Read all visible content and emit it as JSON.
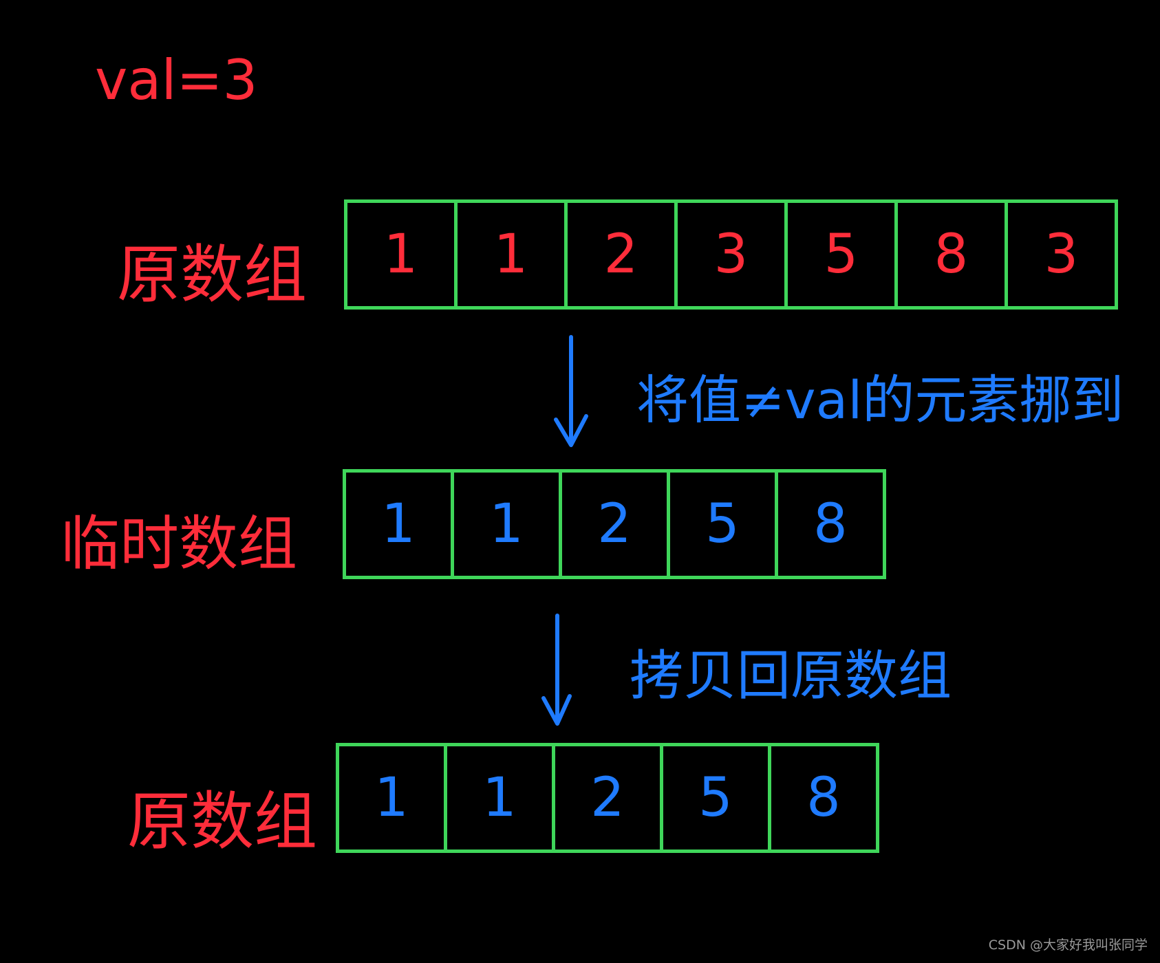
{
  "val_label": "val=3",
  "labels": {
    "original_top": "原数组",
    "temp": "临时数组",
    "original_bottom": "原数组"
  },
  "steps": {
    "step1": "将值≠val的元素挪到",
    "step2": "拷贝回原数组"
  },
  "arrays": {
    "original": [
      "1",
      "1",
      "2",
      "3",
      "5",
      "8",
      "3"
    ],
    "temp": [
      "1",
      "1",
      "2",
      "5",
      "8"
    ],
    "final": [
      "1",
      "1",
      "2",
      "5",
      "8"
    ]
  },
  "colors": {
    "background": "#000000",
    "cell_border": "#3fd65a",
    "red_text": "#ff2d3a",
    "blue_text": "#1f7bff"
  },
  "watermark": "CSDN @大家好我叫张同学"
}
